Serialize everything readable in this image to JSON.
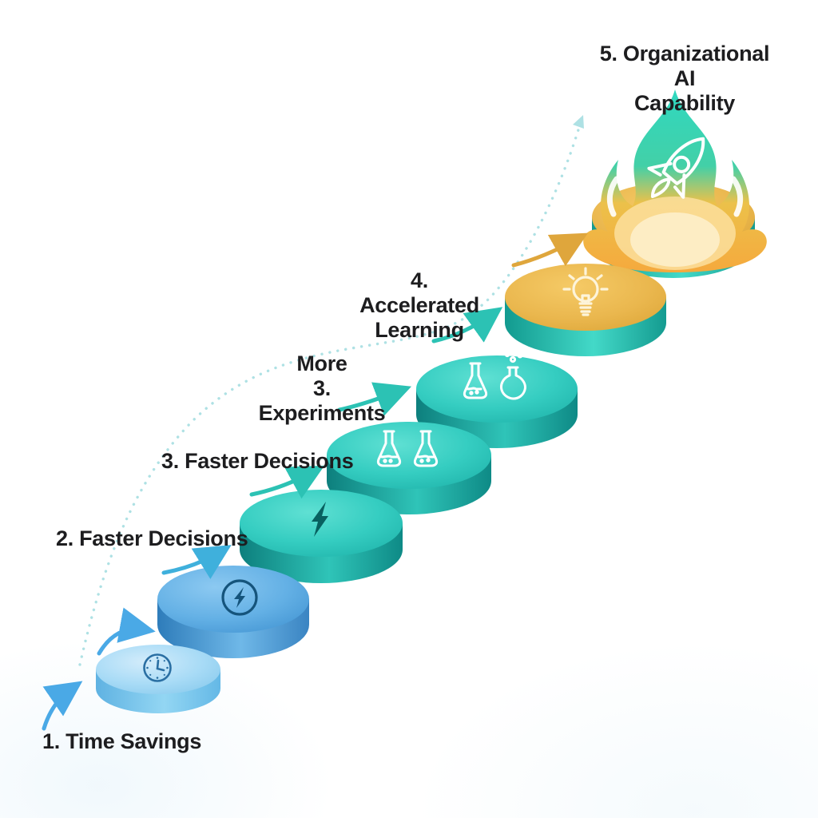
{
  "diagram": {
    "type": "ascending-step-infographic",
    "labels": {
      "step1": "1. Time Savings",
      "step2": "2. Faster Decisions",
      "step3": "3. Faster Decisions",
      "step4_line1": "More",
      "step4_line2": "3. Experiments",
      "step5_line1": "4. Accelerated",
      "step5_line2": "Learning",
      "step6_line1": "5. Organizational AI",
      "step6_line2": "Capability"
    },
    "icons": [
      "clock-icon",
      "lightning-circle-icon",
      "lightning-icon",
      "two-flasks-icon",
      "flask-and-round-flask-icon",
      "lightbulb-icon",
      "rocket-in-flame-icon"
    ],
    "colors": {
      "text": "#1d1d1f",
      "disc_blue_light": "#9fd6f4",
      "disc_blue": "#55a8e0",
      "disc_teal": "#2cc5ba",
      "disc_gold": "#e9b64b",
      "disc_side_teal": "#139590",
      "arrow_blue": "#4aa9e6",
      "arrow_teal": "#2cc2b4",
      "arrow_gold": "#dfa63c",
      "dotted_curve": "#aadfe3",
      "flame_teal": "#35d6bb",
      "flame_orange": "#f4a940",
      "icon_dark_blue": "#1f5f8c",
      "icon_dark_teal": "#086160",
      "icon_white": "#ffffff"
    }
  }
}
